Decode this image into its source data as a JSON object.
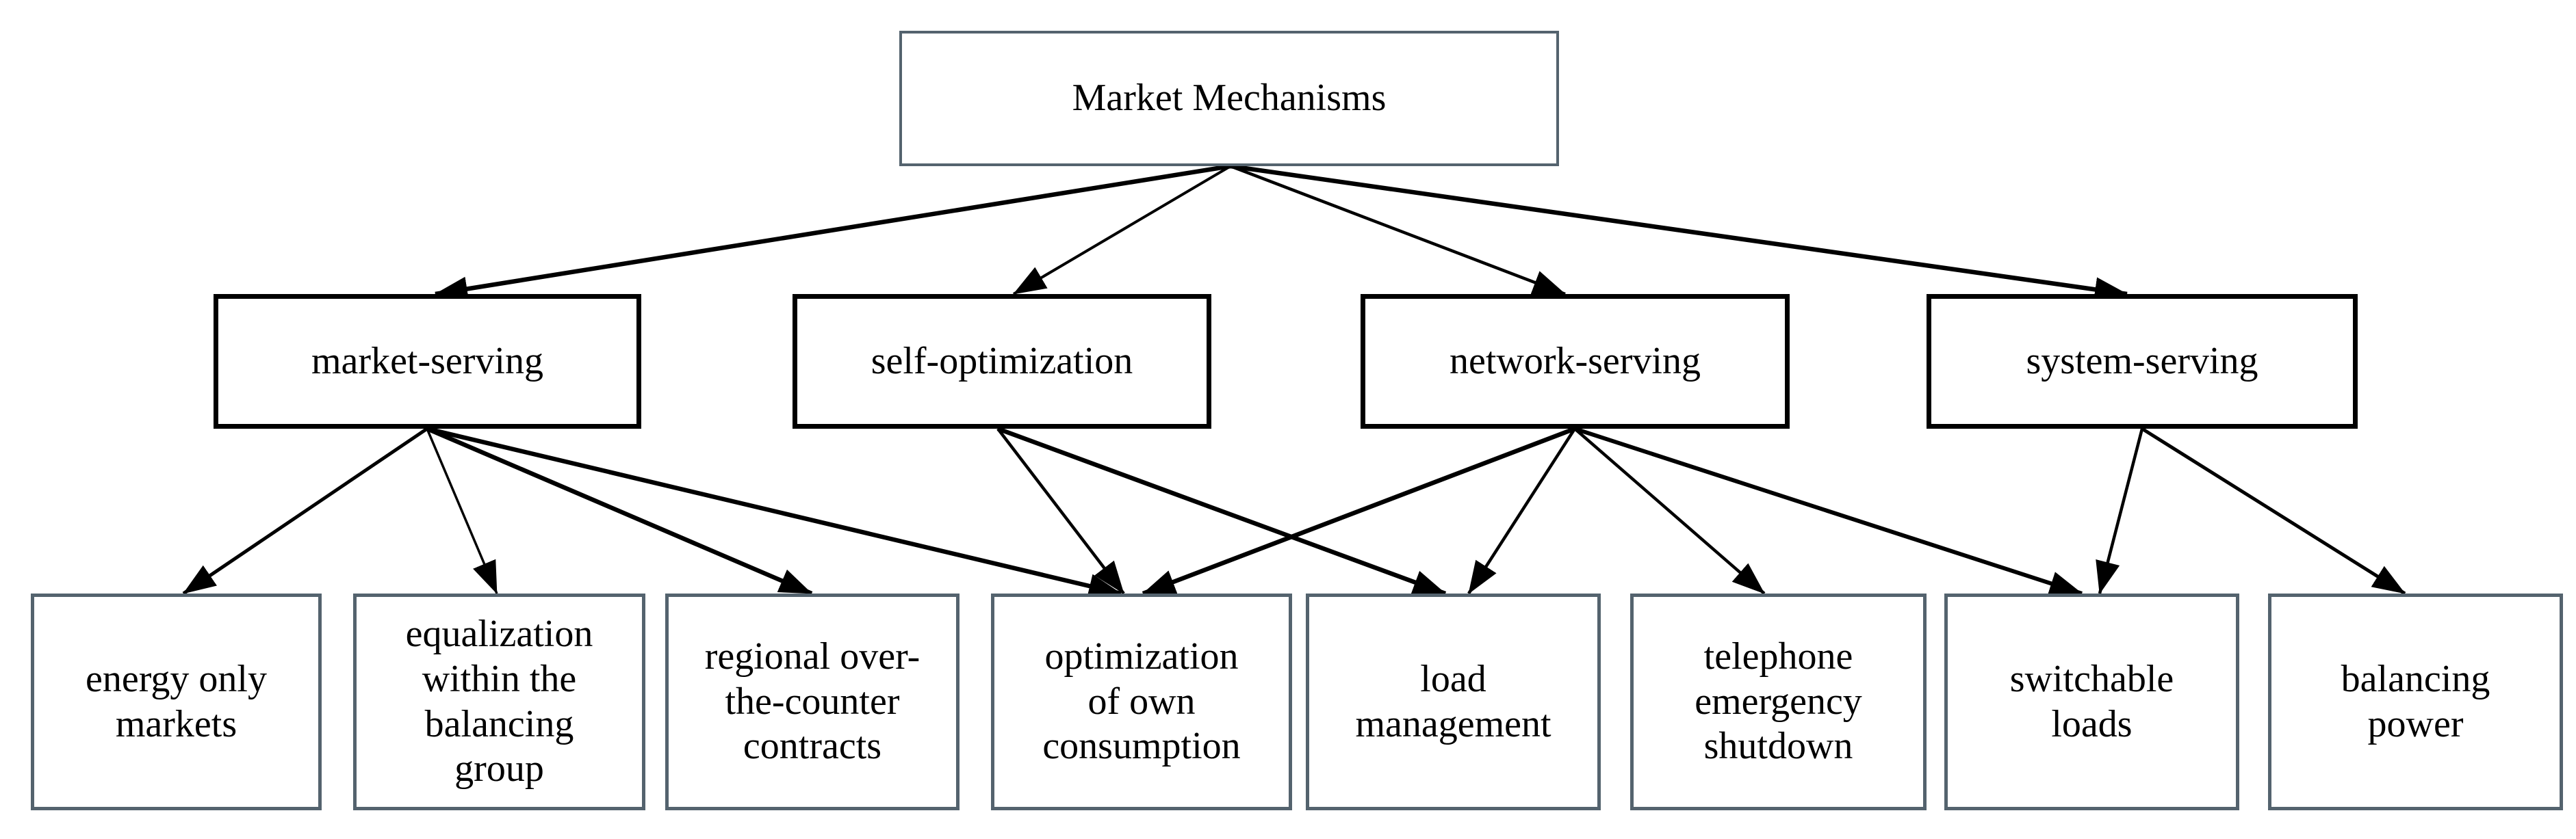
{
  "diagram": {
    "root": {
      "id": "market-mechanisms",
      "label": "Market Mechanisms"
    },
    "categories": [
      {
        "id": "market-serving",
        "label": "market-serving"
      },
      {
        "id": "self-optimization",
        "label": "self-optimization"
      },
      {
        "id": "network-serving",
        "label": "network-serving"
      },
      {
        "id": "system-serving",
        "label": "system-serving"
      }
    ],
    "mechanisms": [
      {
        "id": "energy-only-markets",
        "label": "energy only\nmarkets"
      },
      {
        "id": "equalization-within-the-balancing-group",
        "label": "equalization\nwithin the\nbalancing\ngroup"
      },
      {
        "id": "regional-over-the-counter-contracts",
        "label": "regional over-\nthe-counter\ncontracts"
      },
      {
        "id": "optimization-of-own-consumption",
        "label": "optimization\nof own\nconsumption"
      },
      {
        "id": "load-management",
        "label": "load\nmanagement"
      },
      {
        "id": "telephone-emergency-shutdown",
        "label": "telephone\nemergency\nshutdown"
      },
      {
        "id": "switchable-loads",
        "label": "switchable\nloads"
      },
      {
        "id": "balancing-power",
        "label": "balancing\npower"
      }
    ],
    "edges": [
      {
        "from": "market-mechanisms",
        "to": "market-serving"
      },
      {
        "from": "market-mechanisms",
        "to": "self-optimization"
      },
      {
        "from": "market-mechanisms",
        "to": "network-serving"
      },
      {
        "from": "market-mechanisms",
        "to": "system-serving"
      },
      {
        "from": "market-serving",
        "to": "energy-only-markets"
      },
      {
        "from": "market-serving",
        "to": "equalization-within-the-balancing-group"
      },
      {
        "from": "market-serving",
        "to": "regional-over-the-counter-contracts"
      },
      {
        "from": "market-serving",
        "to": "optimization-of-own-consumption"
      },
      {
        "from": "self-optimization",
        "to": "optimization-of-own-consumption"
      },
      {
        "from": "self-optimization",
        "to": "load-management"
      },
      {
        "from": "network-serving",
        "to": "optimization-of-own-consumption"
      },
      {
        "from": "network-serving",
        "to": "load-management"
      },
      {
        "from": "network-serving",
        "to": "telephone-emergency-shutdown"
      },
      {
        "from": "network-serving",
        "to": "switchable-loads"
      },
      {
        "from": "system-serving",
        "to": "switchable-loads"
      },
      {
        "from": "system-serving",
        "to": "balancing-power"
      }
    ],
    "colors": {
      "slate_outline": "#54636e",
      "category_outline": "#000000",
      "arrow": "#000000",
      "text": "#000000",
      "background": "#ffffff"
    }
  }
}
